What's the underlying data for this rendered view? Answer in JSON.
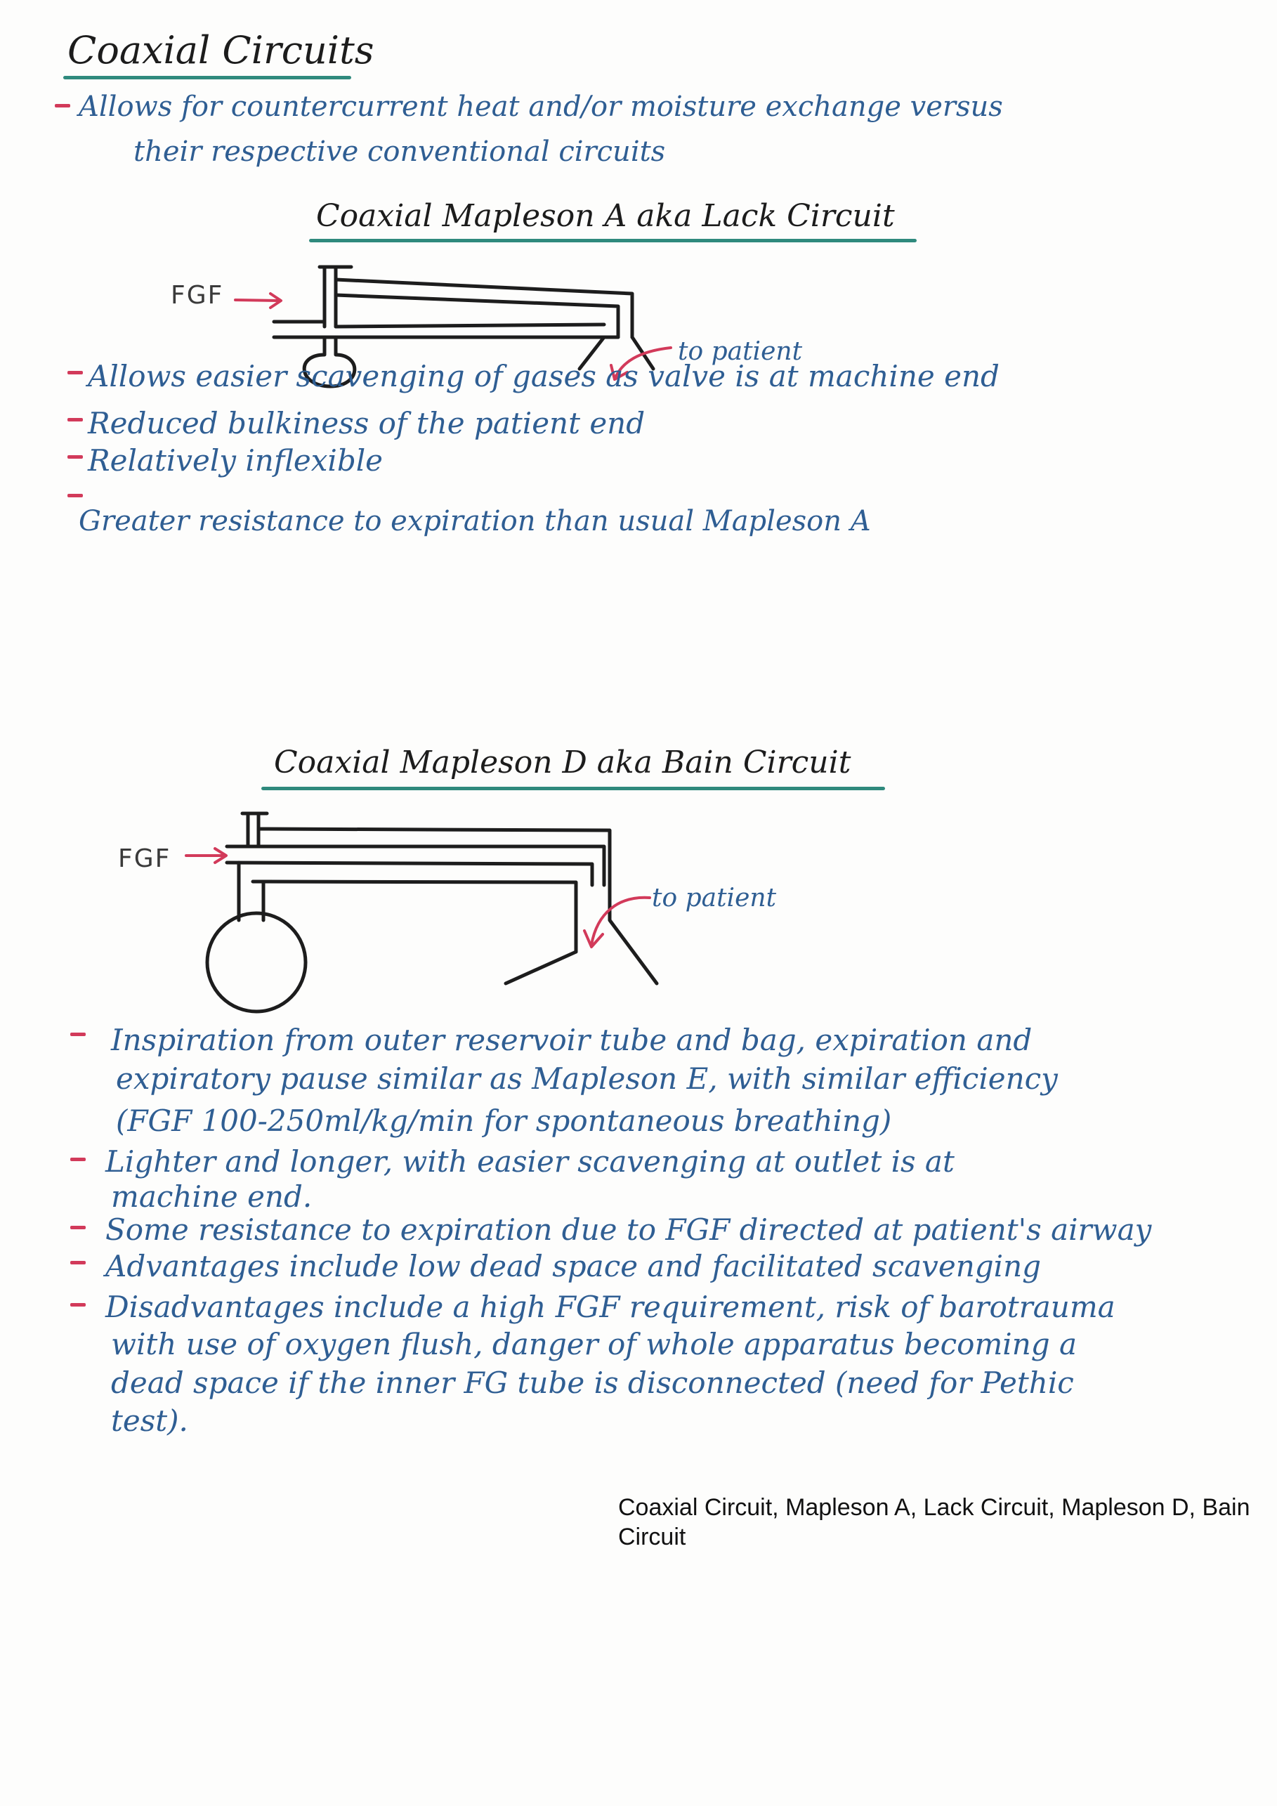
{
  "title": "Coaxial Circuits",
  "intro": [
    "Allows for countercurrent heat and/or moisture exchange versus",
    "their respective conventional circuits"
  ],
  "section_a": {
    "heading": "Coaxial Mapleson A aka Lack Circuit",
    "fgf_label": "FGF",
    "patient_label": "to patient",
    "bullets": [
      "Allows easier scavenging of gases as valve is at machine end",
      "Reduced bulkiness of the patient end",
      "Relatively inflexible",
      "Greater resistance to expiration than usual Mapleson A"
    ]
  },
  "section_d": {
    "heading": "Coaxial Mapleson D aka Bain Circuit",
    "fgf_label": "FGF",
    "patient_label": "to patient",
    "bullets": [
      [
        "Inspiration from outer reservoir tube and bag, expiration and",
        "expiratory pause similar as Mapleson E, with similar efficiency",
        "(FGF 100-250ml/kg/min for spontaneous breathing)"
      ],
      [
        "Lighter and longer, with easier scavenging at outlet is at",
        "machine end."
      ],
      [
        "Some resistance to expiration due to FGF directed at patient's airway"
      ],
      [
        "Advantages include low dead space and facilitated scavenging"
      ],
      [
        "Disadvantages include a high FGF requirement, risk of barotrauma",
        "with use of oxygen flush, danger of whole apparatus becoming a",
        "dead space if the inner FG tube is disconnected (need for Pethic",
        "test)."
      ]
    ]
  },
  "caption": "Coaxial Circuit, Mapleson A, Lack Circuit, Mapleson D, Bain Circuit",
  "colors": {
    "ink_blue": "#2f5e93",
    "ink_black": "#1c1c1c",
    "ink_red": "#d23a5a",
    "underline_teal": "#2f8a7d"
  }
}
